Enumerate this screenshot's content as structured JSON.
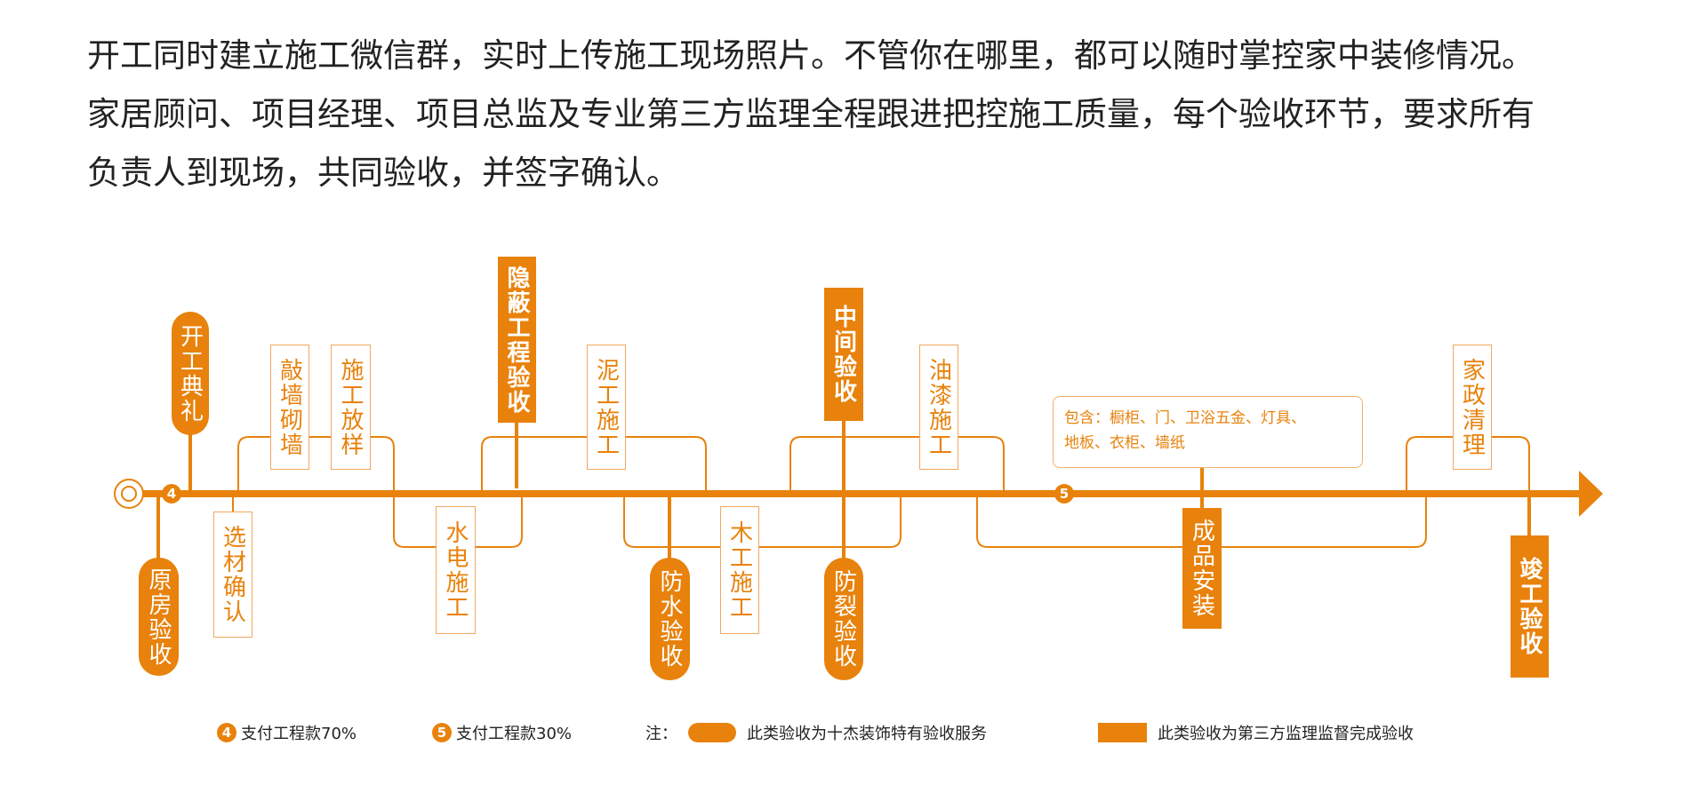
{
  "intro": {
    "lines": [
      "开工同时建立施工微信群，实时上传施工现场照片。不管你在哪里，都可以随时掌控家中装修情况。",
      "家居顾问、项目经理、项目总监及专业第三方监理全程跟进把控施工质量，每个验收环节，要求所有",
      "负责人到现场，共同验收，并签字确认。"
    ]
  },
  "timeline": {
    "color": "#e8820c",
    "payment_badges": [
      "4",
      "5"
    ],
    "nodes": {
      "opening": "开工典礼",
      "original_inspection": "原房验收",
      "wall_demolition": "敲墙砌墙",
      "layout": "施工放样",
      "material_confirm": "选材确认",
      "plumbing_electric": "水电施工",
      "concealed_inspection": "隐蔽工程验收",
      "masonry": "泥工施工",
      "waterproof_inspection": "防水验收",
      "carpentry": "木工施工",
      "midterm_inspection": "中间验收",
      "crack_inspection": "防裂验收",
      "painting": "油漆施工",
      "finished_install": "成品安装",
      "cleaning": "家政清理",
      "completion_inspection": "竣工验收"
    },
    "install_note": [
      "包含：橱柜、门、卫浴五金、灯具、",
      "地板、衣柜、墙纸"
    ]
  },
  "legend": {
    "pay4_badge": "4",
    "pay4": "支付工程款70%",
    "pay5_badge": "5",
    "pay5": "支付工程款30%",
    "note_label": "注：",
    "pill_desc": "此类验收为十杰装饰特有验收服务",
    "rect_desc": "此类验收为第三方监理监督完成验收"
  }
}
